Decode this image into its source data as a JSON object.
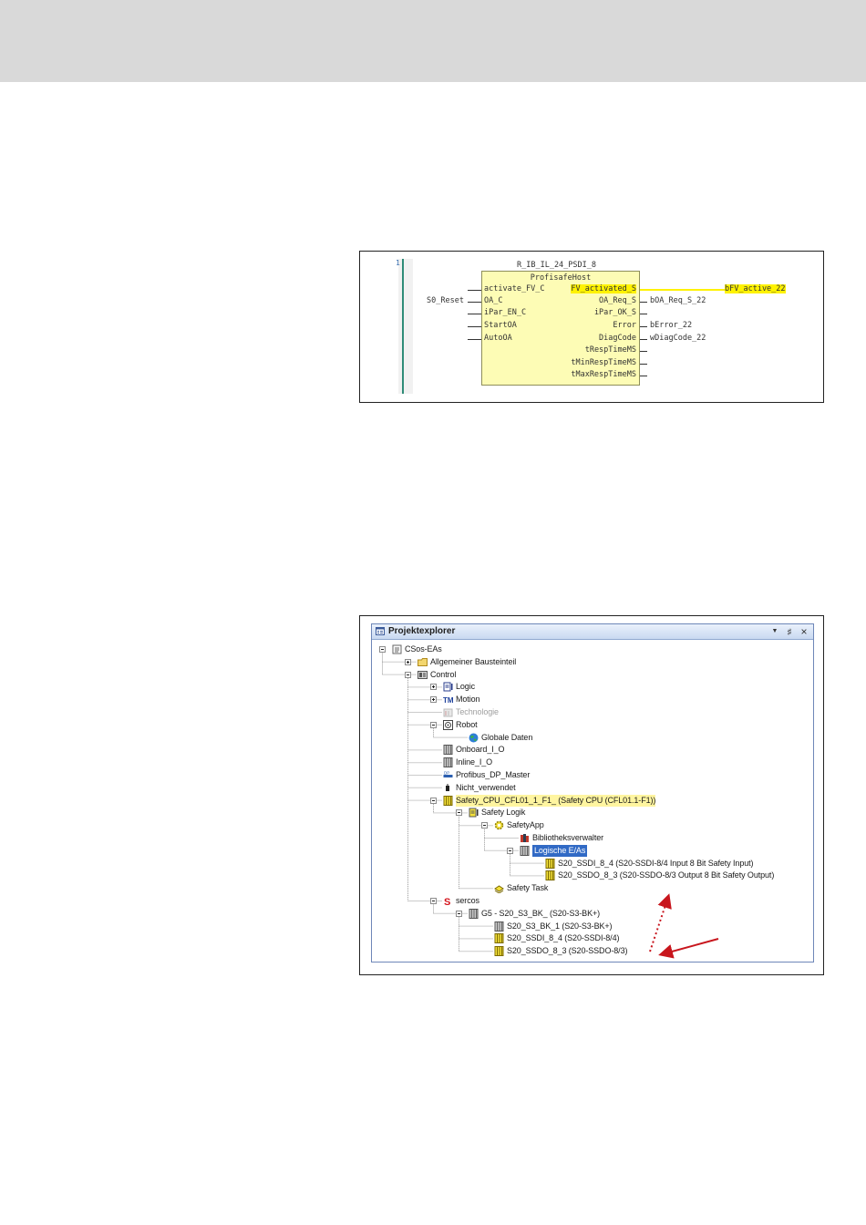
{
  "fbd": {
    "network_number": "1",
    "instance_name": "R_IB_IL_24_PSDI_8",
    "block_type": "ProfisafeHost",
    "inputs": [
      {
        "pin": "activate_FV_C",
        "connected": ""
      },
      {
        "pin": "OA_C",
        "connected": "S0_Reset"
      },
      {
        "pin": "iPar_EN_C",
        "connected": ""
      },
      {
        "pin": "StartOA",
        "connected": ""
      },
      {
        "pin": "AutoOA",
        "connected": ""
      }
    ],
    "outputs": [
      {
        "pin": "FV_activated_S",
        "connected": "bFV_active_22",
        "highlighted": true
      },
      {
        "pin": "OA_Req_S",
        "connected": "bOA_Req_S_22"
      },
      {
        "pin": "iPar_OK_S",
        "connected": ""
      },
      {
        "pin": "Error",
        "connected": "bError_22"
      },
      {
        "pin": "DiagCode",
        "connected": "wDiagCode_22"
      },
      {
        "pin": "tRespTimeMS",
        "connected": ""
      },
      {
        "pin": "tMinRespTimeMS",
        "connected": ""
      },
      {
        "pin": "tMaxRespTimeMS",
        "connected": ""
      }
    ],
    "colors": {
      "block_fill": "#fdfcb5",
      "highlight": "#fff200",
      "rail": "#2f8c78"
    }
  },
  "explorer": {
    "title": "Projektexplorer",
    "buttons": {
      "dropdown": "▼",
      "pin": "♯",
      "close": "×"
    },
    "tree": [
      {
        "label": "CSos-EAs",
        "icon": "project-icon",
        "depth": 0,
        "expander": "minus"
      },
      {
        "label": "Allgemeiner Bausteinteil",
        "icon": "folder-icon",
        "depth": 1,
        "expander": "plus"
      },
      {
        "label": "Control",
        "icon": "control-icon",
        "depth": 1,
        "expander": "minus"
      },
      {
        "label": "Logic",
        "icon": "logic-icon",
        "depth": 2,
        "expander": "plus"
      },
      {
        "label": "Motion",
        "icon": "motion-icon",
        "depth": 2,
        "expander": "plus"
      },
      {
        "label": "Technologie",
        "icon": "technology-icon",
        "depth": 2,
        "expander": "",
        "state": "disabled"
      },
      {
        "label": "Robot",
        "icon": "robot-icon",
        "depth": 2,
        "expander": "minus"
      },
      {
        "label": "Globale Daten",
        "icon": "globe-icon",
        "depth": 3,
        "expander": ""
      },
      {
        "label": "Onboard_I_O",
        "icon": "io-module-icon",
        "depth": 2,
        "expander": ""
      },
      {
        "label": "Inline_I_O",
        "icon": "io-module-icon",
        "depth": 2,
        "expander": ""
      },
      {
        "label": "Profibus_DP_Master",
        "icon": "profibus-icon",
        "depth": 2,
        "expander": ""
      },
      {
        "label": "Nicht_verwendet",
        "icon": "unused-icon",
        "depth": 2,
        "expander": ""
      },
      {
        "label": "Safety_CPU_CFL01_1_F1_ (Safety CPU (CFL01.1-F1))",
        "icon": "safety-cpu-icon",
        "depth": 2,
        "expander": "minus",
        "state": "safety"
      },
      {
        "label": "Safety Logik",
        "icon": "safety-logic-icon",
        "depth": 3,
        "expander": "minus"
      },
      {
        "label": "SafetyApp",
        "icon": "gear-icon",
        "depth": 4,
        "expander": "minus"
      },
      {
        "label": "Bibliotheksverwalter",
        "icon": "books-icon",
        "depth": 5,
        "expander": ""
      },
      {
        "label": "Logische E/As",
        "icon": "io-module-icon",
        "depth": 5,
        "expander": "minus",
        "state": "selected"
      },
      {
        "label": "S20_SSDI_8_4 (S20-SSDI-8/4 Input 8 Bit Safety Input)",
        "icon": "safety-io-icon",
        "depth": 6,
        "expander": ""
      },
      {
        "label": "S20_SSDO_8_3 (S20-SSDO-8/3 Output 8 Bit Safety Output)",
        "icon": "safety-io-icon",
        "depth": 6,
        "expander": ""
      },
      {
        "label": "Safety Task",
        "icon": "task-icon",
        "depth": 4,
        "expander": ""
      },
      {
        "label": "sercos",
        "icon": "sercos-icon",
        "depth": 2,
        "expander": "minus"
      },
      {
        "label": "G5 - S20_S3_BK_ (S20-S3-BK+)",
        "icon": "io-module-icon",
        "depth": 3,
        "expander": "minus"
      },
      {
        "label": "S20_S3_BK_1 (S20-S3-BK+)",
        "icon": "io-module-icon",
        "depth": 4,
        "expander": ""
      },
      {
        "label": "S20_SSDI_8_4 (S20-SSDI-8/4)",
        "icon": "safety-io-icon",
        "depth": 4,
        "expander": ""
      },
      {
        "label": "S20_SSDO_8_3 (S20-SSDO-8/3)",
        "icon": "safety-io-icon",
        "depth": 4,
        "expander": ""
      }
    ],
    "colors": {
      "selection": "#316ac5",
      "safety_highlight": "#fff5a0",
      "arrow": "#c8161d"
    }
  }
}
